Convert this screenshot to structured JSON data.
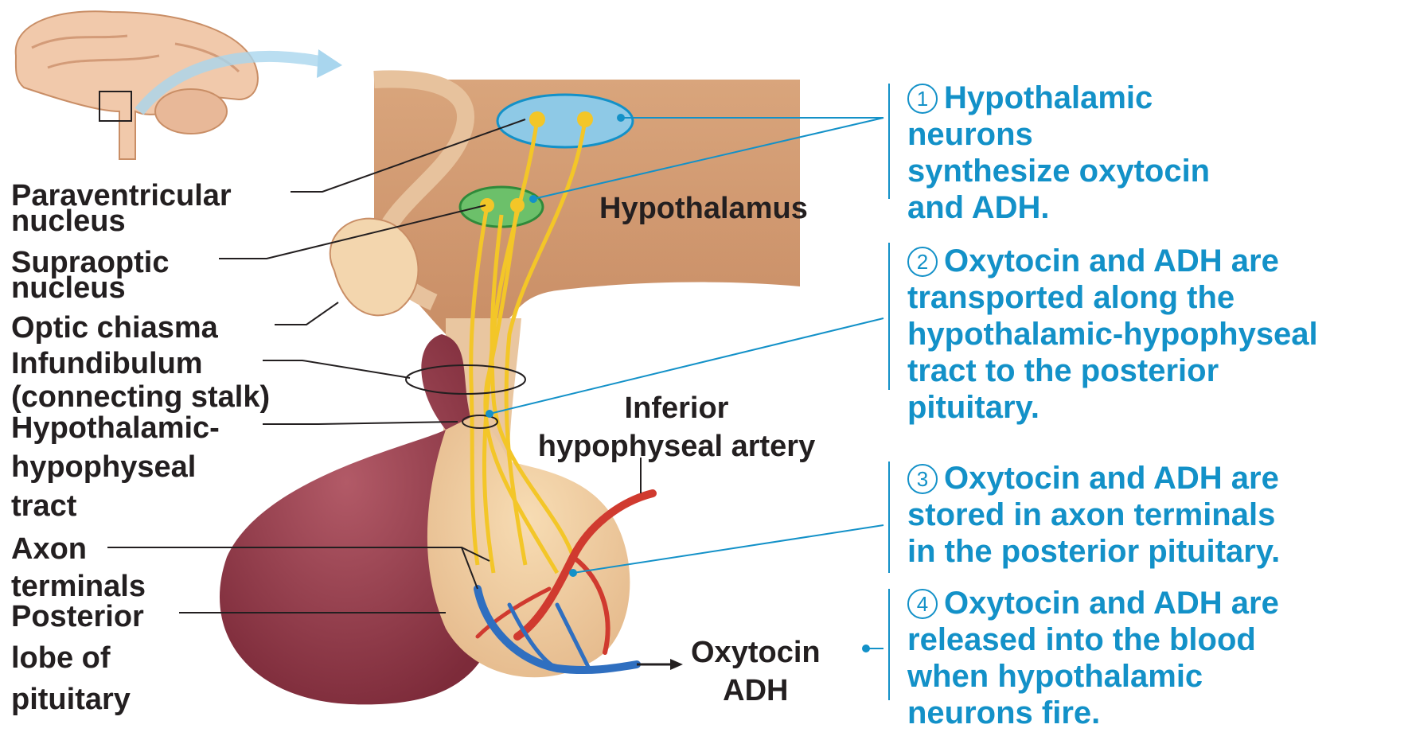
{
  "labels": {
    "paraventricular": [
      "Paraventricular",
      "nucleus"
    ],
    "supraoptic": [
      "Supraoptic",
      "nucleus"
    ],
    "optic_chiasma": "Optic chiasma",
    "infundibulum": [
      "Infundibulum",
      "(connecting stalk)"
    ],
    "tract": [
      "Hypothalamic-",
      "hypophyseal",
      "tract"
    ],
    "axon_terminals": [
      "Axon",
      "terminals"
    ],
    "posterior_lobe": [
      "Posterior",
      "lobe of",
      "pituitary"
    ],
    "hypothalamus": "Hypothalamus",
    "artery": [
      "Inferior",
      "hypophyseal artery"
    ],
    "hormones": [
      "Oxytocin",
      "ADH"
    ]
  },
  "steps": [
    {
      "num": "1",
      "lines": [
        "Hypothalamic",
        "neurons",
        "synthesize oxytocin",
        "and ADH."
      ]
    },
    {
      "num": "2",
      "lines": [
        "Oxytocin and ADH are",
        "transported along the",
        "hypothalamic-hypophyseal",
        "tract to the posterior",
        "pituitary."
      ]
    },
    {
      "num": "3",
      "lines": [
        "Oxytocin and ADH are",
        "stored in axon terminals",
        "in the posterior pituitary."
      ]
    },
    {
      "num": "4",
      "lines": [
        "Oxytocin and ADH are",
        "released into the blood",
        "when hypothalamic",
        "neurons fire."
      ]
    }
  ],
  "colors": {
    "step_text": "#1391c8",
    "label_text": "#231f20",
    "artery": "#d03a2f",
    "vein": "#2f6fc0",
    "axon": "#f3c628"
  }
}
